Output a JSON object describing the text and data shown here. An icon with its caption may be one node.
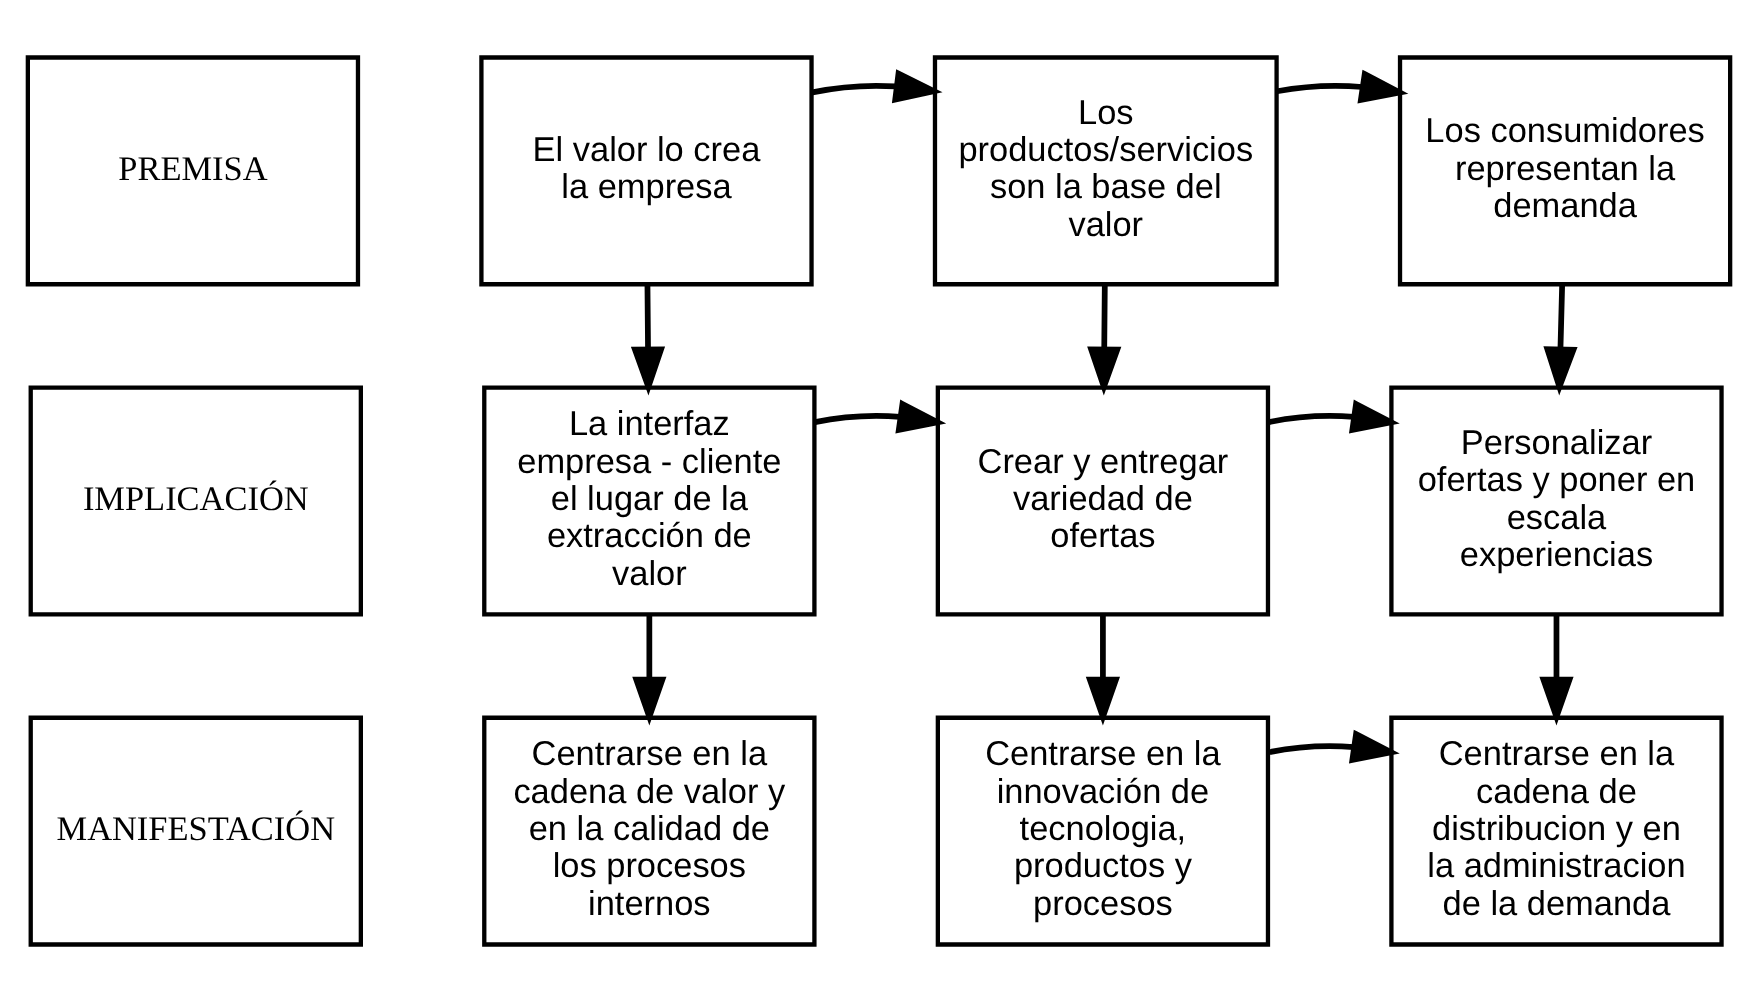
{
  "diagram": {
    "nodes": [
      {
        "text": [
          "PREMISA"
        ]
      },
      {
        "text": [
          "IMPLICACIÓN"
        ]
      },
      {
        "text": [
          "MANIFESTACIÓN"
        ]
      },
      {
        "text": [
          "El valor lo crea la empresa"
        ]
      },
      {
        "text": [
          "Los productos/servicios son la base del valor"
        ]
      },
      {
        "text": [
          "Los consumidores representan la demanda"
        ]
      },
      {
        "text": [
          "La interfaz empresa - cliente el lugar de la extracción de valor"
        ]
      },
      {
        "text": [
          "Crear y entregar variedad de ofertas"
        ]
      },
      {
        "text": [
          "Personalizar ofertas y poner en escala experiencias"
        ]
      },
      {
        "text": [
          "Centrarse en la cadena de valor y en la calidad de los procesos internos"
        ]
      },
      {
        "text": [
          "Centrarse en la innovación de tecnologia, productos y procesos"
        ]
      },
      {
        "text": [
          "Centrarse en la cadena de distribucion y en la administracion de la demanda"
        ]
      }
    ],
    "edges": [
      {
        "from": 3,
        "to": 4,
        "arrow": "to"
      },
      {
        "from": 4,
        "to": 5,
        "arrow": "to"
      },
      {
        "from": 3,
        "to": 6,
        "arrow": "to"
      },
      {
        "from": 4,
        "to": 7,
        "arrow": "to"
      },
      {
        "from": 5,
        "to": 8,
        "arrow": "to"
      },
      {
        "from": 6,
        "to": 7,
        "arrow": "to"
      },
      {
        "from": 7,
        "to": 8,
        "arrow": "to"
      },
      {
        "from": 6,
        "to": 9,
        "arrow": "to"
      },
      {
        "from": 7,
        "to": 10,
        "arrow": "to"
      },
      {
        "from": 8,
        "to": 11,
        "arrow": "to"
      },
      {
        "from": 10,
        "to": 11,
        "arrow": "to"
      }
    ]
  }
}
